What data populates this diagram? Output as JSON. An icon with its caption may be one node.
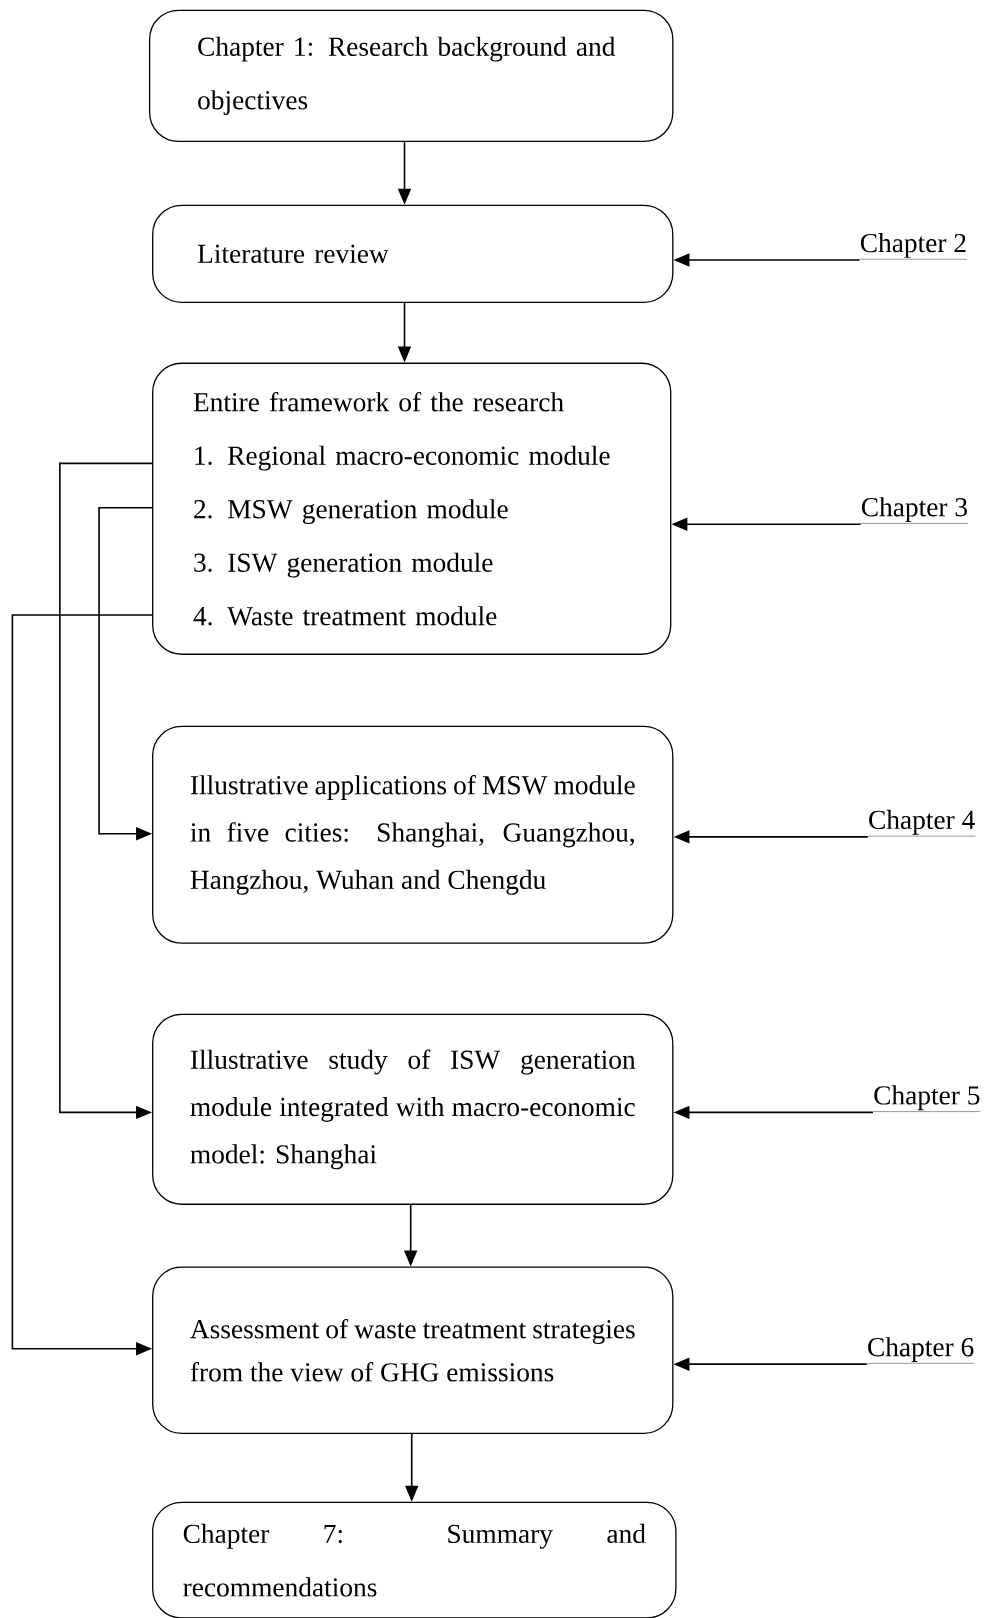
{
  "diagram": {
    "nodes": [
      {
        "text": [
          "Chapter 1: Research background and objectives"
        ]
      },
      {
        "text": [
          "Literature review"
        ]
      },
      {
        "text": [
          "Entire framework of the research",
          "1. Regional macro-economic module",
          "2. MSW generation module",
          "3. ISW generation module",
          "4. Waste treatment module"
        ]
      },
      {
        "text": [
          "Illustrative applications of MSW module in five cities: Shanghai, Guangzhou, Hangzhou, Wuhan and Chengdu"
        ]
      },
      {
        "text": [
          "Illustrative study of ISW generation module integrated with macro-economic model: Shanghai"
        ]
      },
      {
        "text": [
          "Assessment of waste treatment strategies from the view of GHG emissions"
        ]
      },
      {
        "text": [
          "Chapter 7: Summary and recommendations"
        ]
      },
      {
        "text": [
          "Chapter 2"
        ]
      },
      {
        "text": [
          "Chapter 3"
        ]
      },
      {
        "text": [
          "Chapter 4"
        ]
      },
      {
        "text": [
          "Chapter 5"
        ]
      },
      {
        "text": [
          "Chapter 6"
        ]
      }
    ],
    "edges": [
      {
        "from": 0,
        "to": 1,
        "arrow": "to"
      },
      {
        "from": 1,
        "to": 2,
        "arrow": "to"
      },
      {
        "from": 2,
        "to": 3,
        "arrow": "to"
      },
      {
        "from": 2,
        "to": 4,
        "arrow": "to"
      },
      {
        "from": 4,
        "to": 5,
        "arrow": "to"
      },
      {
        "from": 2,
        "to": 5,
        "arrow": "to"
      },
      {
        "from": 5,
        "to": 6,
        "arrow": "to"
      },
      {
        "from": 7,
        "to": 1,
        "arrow": "to"
      },
      {
        "from": 8,
        "to": 2,
        "arrow": "to"
      },
      {
        "from": 9,
        "to": 3,
        "arrow": "to"
      },
      {
        "from": 10,
        "to": 4,
        "arrow": "to"
      },
      {
        "from": 11,
        "to": 5,
        "arrow": "to"
      }
    ]
  }
}
